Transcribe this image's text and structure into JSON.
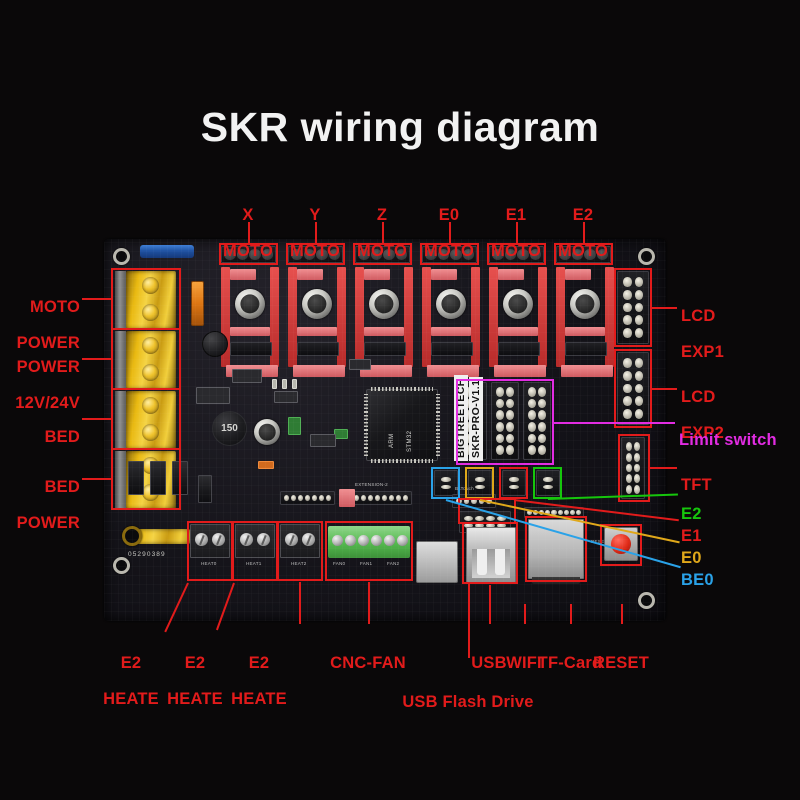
{
  "page": {
    "title": "SKR wiring diagram",
    "background_color": "#0a0809"
  },
  "colors": {
    "red": "#e21b1b",
    "magenta": "#e22ce2",
    "green": "#16c60c",
    "gold": "#e0a81a",
    "blue": "#2aa2e8",
    "title_text": "#f2f2f2"
  },
  "board": {
    "brand_line1": "BIGTREETECH",
    "brand_line2": "SKR-PRO-V1.1",
    "mcu_text_1": "ARM",
    "mcu_text_2": "STM32",
    "serial": "05290389",
    "silk": {
      "extension2": "EXTENSION-2",
      "bltouch": "BLTouch",
      "inductor": "150",
      "reset": "RESET",
      "heat0": "HEAT0",
      "heat1": "HEAT1",
      "heat2": "HEAT2",
      "fan0": "FAN0",
      "fan1": "FAN1",
      "fan2": "FAN2"
    }
  },
  "labels": {
    "top": [
      {
        "id": "x-moto",
        "line1": "X",
        "line2": "MOTO",
        "color": "red"
      },
      {
        "id": "y-moto",
        "line1": "Y",
        "line2": "MOTO",
        "color": "red"
      },
      {
        "id": "z-moto",
        "line1": "Z",
        "line2": "MOTO",
        "color": "red"
      },
      {
        "id": "e0-moto",
        "line1": "E0",
        "line2": "MOTO",
        "color": "red"
      },
      {
        "id": "e1-moto",
        "line1": "E1",
        "line2": "MOTO",
        "color": "red"
      },
      {
        "id": "e2-moto",
        "line1": "E2",
        "line2": "MOTO",
        "color": "red"
      }
    ],
    "left": [
      {
        "id": "moto-power",
        "line1": "MOTO",
        "line2": "POWER",
        "color": "red"
      },
      {
        "id": "power-12v24v",
        "line1": "POWER",
        "line2": "12V/24V",
        "color": "red"
      },
      {
        "id": "bed",
        "line1": "BED",
        "line2": "",
        "color": "red"
      },
      {
        "id": "bed-power",
        "line1": "BED",
        "line2": "POWER",
        "color": "red"
      }
    ],
    "right": [
      {
        "id": "lcd-exp1",
        "line1": "LCD",
        "line2": "EXP1",
        "color": "red"
      },
      {
        "id": "lcd-exp2",
        "line1": "LCD",
        "line2": "EXP2",
        "color": "red"
      },
      {
        "id": "limit-switch",
        "line1": "Limit switch",
        "line2": "",
        "color": "magenta"
      },
      {
        "id": "tft",
        "line1": "TFT",
        "line2": "",
        "color": "red"
      },
      {
        "id": "e2-fan",
        "line1": "E2",
        "line2": "",
        "color": "green"
      },
      {
        "id": "e1-fan",
        "line1": "E1",
        "line2": "",
        "color": "red"
      },
      {
        "id": "e0-fan",
        "line1": "E0",
        "line2": "",
        "color": "gold"
      },
      {
        "id": "be0-fan",
        "line1": "BE0",
        "line2": "",
        "color": "blue"
      }
    ],
    "bottom": [
      {
        "id": "e2-heate-1",
        "line1": "E2",
        "line2": "HEATE",
        "color": "red"
      },
      {
        "id": "e2-heate-2",
        "line1": "E2",
        "line2": "HEATE",
        "color": "red"
      },
      {
        "id": "e2-heate-3",
        "line1": "E2",
        "line2": "HEATE",
        "color": "red"
      },
      {
        "id": "cnc-fan",
        "line1": "CNC-FAN",
        "line2": "",
        "color": "red"
      },
      {
        "id": "usb",
        "line1": "USB",
        "line2": "",
        "color": "red"
      },
      {
        "id": "wifi",
        "line1": "WIFI",
        "line2": "",
        "color": "red"
      },
      {
        "id": "tf-card",
        "line1": "TF-Card",
        "line2": "",
        "color": "red"
      },
      {
        "id": "reset",
        "line1": "RESET",
        "line2": "",
        "color": "red"
      }
    ],
    "usb_flash_drive": "USB Flash Drive"
  }
}
